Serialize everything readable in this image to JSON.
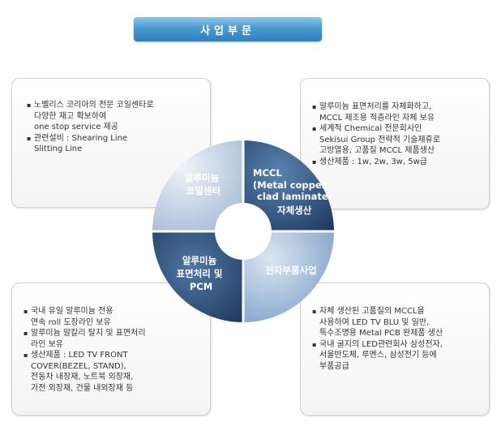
{
  "title": "사업부문",
  "wheel": {
    "top_left": [
      "알루미늄",
      "코일센타"
    ],
    "top_right": [
      "MCCL",
      "(Metal copper",
      "clad laminate)",
      "자체생산"
    ],
    "bottom_left": [
      "알루미늄",
      "표면처리 및",
      "PCM"
    ],
    "bottom_right": [
      "전자부품사업"
    ]
  },
  "boxes": {
    "top_left": [
      [
        "노벨리스 코리아의 전문 코일센타로",
        "다양한 재고 확보하여",
        "one stop service 제공"
      ],
      [
        "관련설비 : Shearing Line",
        "Slitting Line"
      ]
    ],
    "top_right": [
      [
        "알루미늄 표면처리를 자체화하고,",
        "MCCL 제조용 적층라인 자체 보유"
      ],
      [
        "세계적 Chemical 전문회사인",
        "Sekisui Group 전략적 기술제휴로",
        "고방열용, 고품질 MCCL 제품생산"
      ],
      [
        "생산제품 : 1w, 2w, 3w, 5w급"
      ]
    ],
    "bottom_left": [
      [
        "국내 유일 알루미늄 전용",
        "연속 roll 도장라인 보유"
      ],
      [
        "알루미늄 알칼리 탈지 및 표면처리",
        "라인 보유"
      ],
      [
        "생산제품 : LED TV FRONT",
        "COVER(BEZEL, STAND),",
        "전동차 내장재, 노트북 외장재,",
        "가전 외장재, 건물 내외장재 등"
      ]
    ],
    "bottom_right": [
      [
        "자체 생산된 고품질의 MCCL을",
        "사용하여 LED TV BLU 및 일반,",
        "특수조명용 Metal PCB 완제품 생산"
      ],
      [
        "국내 굴지의 LED관련회사 삼성전자,",
        "서울반도체, 루멘스, 삼성전기 등에",
        "부품공급"
      ]
    ]
  },
  "colors": {
    "title_bar": "#3f8fcc",
    "segment_dark": "#2c4f7a",
    "segment_light": "#c9d6e6",
    "segment_mid": "#5f88b8"
  }
}
